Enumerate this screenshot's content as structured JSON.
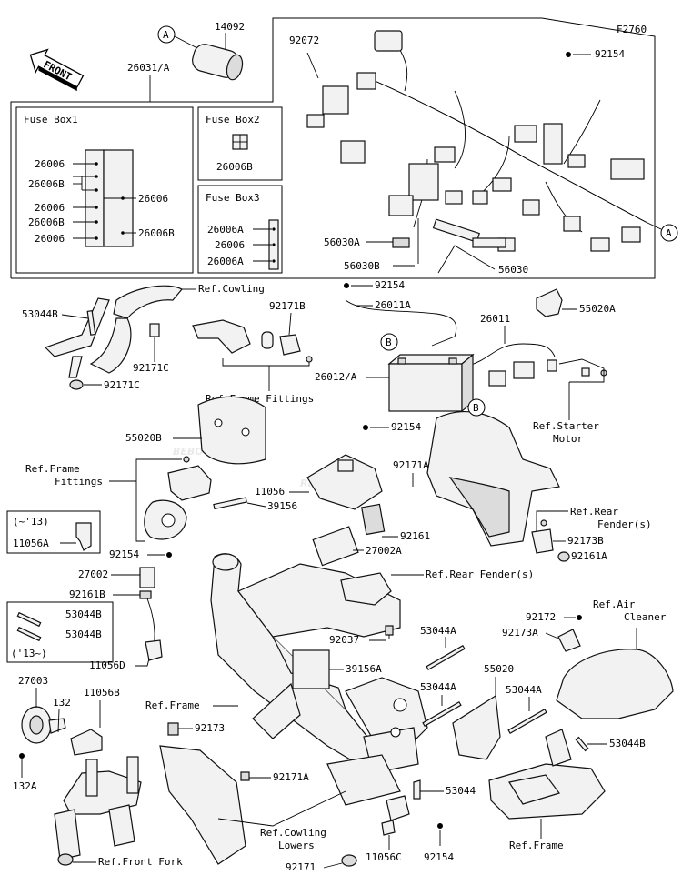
{
  "code": "F2760",
  "front_label": "FRONT",
  "watermark": {
    "main": "BEBO",
    "sub": "Racing"
  },
  "fuse_boxes": {
    "box1": {
      "title": "Fuse Box1"
    },
    "box2": {
      "title": "Fuse Box2"
    },
    "box3": {
      "title": "Fuse Box3"
    }
  },
  "callouts": [
    "A",
    "B"
  ],
  "labels": {
    "p14092": "14092",
    "p26031A": "26031/A",
    "p92072": "92072",
    "p92154_top": "92154",
    "fb1_26006_a": "26006",
    "fb1_26006B_a": "26006B",
    "fb1_26006_b": "26006",
    "fb1_26006B_b": "26006B",
    "fb1_26006_c": "26006",
    "fb1_26006_r": "26006",
    "fb1_26006B_r": "26006B",
    "fb2_26006B": "26006B",
    "fb3_26006A_a": "26006A",
    "fb3_26006": "26006",
    "fb3_26006A_b": "26006A",
    "p56030A": "56030A",
    "p56030B": "56030B",
    "p56030": "56030",
    "ref_cowling": "Ref.Cowling",
    "p53044B_l": "53044B",
    "p92171C_a": "92171C",
    "p92171C_b": "92171C",
    "p92171B": "92171B",
    "ref_frame_fittings_a": "Ref.Frame Fittings",
    "p92154_b": "92154",
    "p26011A": "26011A",
    "p26011": "26011",
    "p55020A": "55020A",
    "p26012A": "26012/A",
    "ref_starter_a": "Ref.Starter",
    "ref_starter_b": "Motor",
    "p55020B": "55020B",
    "p92154_c": "92154",
    "ref_frame_fittings_b1": "Ref.Frame",
    "ref_frame_fittings_b2": "Fittings",
    "p92171A_a": "92171A",
    "p11056_a": "11056",
    "p39156": "39156",
    "ref_rear_fender_a1": "Ref.Rear",
    "ref_rear_fender_a2": "Fender(s)",
    "p92173B": "92173B",
    "p92161A": "92161A",
    "yr_13": "(~'13)",
    "p11056A": "11056A",
    "p92161": "92161",
    "p27002A": "27002A",
    "p92154_d": "92154",
    "p27002": "27002",
    "ref_rear_fender_b": "Ref.Rear Fender(s)",
    "p92161B": "92161B",
    "p53044B_a": "53044B",
    "p53044B_b": "53044B",
    "yr_13b": "('13~)",
    "p92037": "92037",
    "p92172": "92172",
    "ref_air_1": "Ref.Air",
    "ref_air_2": "Cleaner",
    "p92173A": "92173A",
    "p53044A_a": "53044A",
    "p11056D": "11056D",
    "p39156A": "39156A",
    "p55020": "55020",
    "p27003": "27003",
    "p132": "132",
    "p11056B": "11056B",
    "p53044A_b": "53044A",
    "p53044A_c": "53044A",
    "ref_frame_a": "Ref.Frame",
    "p92173": "92173",
    "p53044B_r": "53044B",
    "p92171A_b": "92171A",
    "p132A": "132A",
    "p53044": "53044",
    "ref_cowling_lowers_1": "Ref.Cowling",
    "ref_cowling_lowers_2": "Lowers",
    "ref_frame_b": "Ref.Frame",
    "ref_front_fork": "Ref.Front Fork",
    "p92171": "92171",
    "p11056C": "11056C",
    "p92154_e": "92154"
  }
}
